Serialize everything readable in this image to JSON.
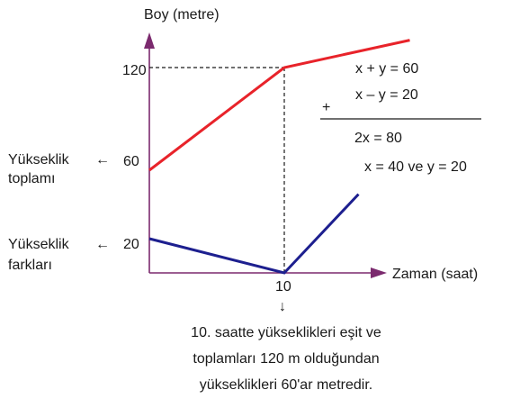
{
  "chart_data": {
    "type": "line",
    "xlabel": "Zaman (saat)",
    "ylabel": "Boy (metre)",
    "x_ticks": [
      {
        "value": 10,
        "label": "10"
      }
    ],
    "y_ticks": [
      {
        "value": 120,
        "label": "120"
      },
      {
        "value": 60,
        "label": "60"
      },
      {
        "value": 20,
        "label": "20"
      }
    ],
    "series": [
      {
        "color": "#e8232a",
        "points": [
          {
            "x": 0,
            "y": 60
          },
          {
            "x": 10,
            "y": 120
          },
          {
            "x": 19.3,
            "y": 136
          }
        ]
      },
      {
        "color": "#1d1f8f",
        "points": [
          {
            "x": 0,
            "y": 20
          },
          {
            "x": 10,
            "y": 0
          },
          {
            "x": 15.5,
            "y": 46
          }
        ]
      }
    ],
    "guide": {
      "x": 10,
      "y": 120
    }
  },
  "labels": {
    "sum_label_line1": "Yükseklik",
    "sum_label_line2": "toplamı",
    "diff_label_line1": "Yükseklik",
    "diff_label_line2": "farkları",
    "arrow_left": "←",
    "arrow_down": "↓"
  },
  "equations": {
    "eq1": "x + y = 60",
    "eq2": "x – y = 20",
    "plus": "+",
    "result1": "2x = 80",
    "result2": "x = 40 ve y = 20"
  },
  "caption": {
    "line1": "10. saatte yükseklikleri eşit ve",
    "line2": "toplamları 120 m olduğundan",
    "line3": "yükseklikleri 60'ar metredir."
  },
  "colors": {
    "axis": "#7b2a6e",
    "sum_line": "#e8232a",
    "diff_line": "#1d1f8f"
  }
}
